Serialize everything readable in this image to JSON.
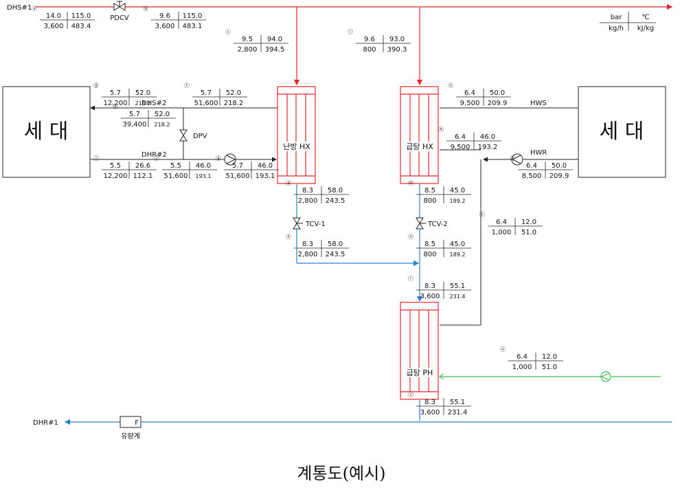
{
  "lines": {
    "dhs1": "DHS#1",
    "dhs2": "DHS#2",
    "dhr1": "DHR#1",
    "dhr2": "DHR#2",
    "hws": "HWS",
    "hwr": "HWR"
  },
  "units": {
    "p": "bar",
    "t": "℃",
    "f": "kg/h",
    "h": "kJ/kg"
  },
  "equipment": {
    "left_unit": "세 대",
    "right_unit": "세 대",
    "hx_heating": "난방 HX",
    "hx_hotwater": "급탕 HX",
    "ph_hotwater": "급탕 PH",
    "pdcv": "PDCV",
    "dpv": "DPV",
    "tcv1": "TCV-1",
    "tcv2": "TCV-2",
    "flowmeter": "유량계",
    "flowmeter_symbol": "F"
  },
  "points": [
    {
      "id": "a",
      "label": "ⓐ",
      "p": "14.0",
      "t": "115.0",
      "f": "3,600",
      "h": "483.4"
    },
    {
      "id": "b",
      "label": "ⓑ",
      "p": "9.6",
      "t": "115.0",
      "f": "3,600",
      "h": "483.1"
    },
    {
      "id": "c",
      "label": "ⓒ",
      "p": "9.5",
      "t": "94.0",
      "f": "2,800",
      "h": "394.5"
    },
    {
      "id": "l",
      "label": "ⓛ",
      "p": "9.6",
      "t": "93.0",
      "f": "800",
      "h": "390.3"
    },
    {
      "id": "g",
      "label": "ⓖ",
      "p": "5.7",
      "t": "52.0",
      "f": "12,200",
      "h": "218.2"
    },
    {
      "id": "f",
      "label": "ⓕ",
      "p": "5.7",
      "t": "52.0",
      "f": "51,600",
      "h": "218.2"
    },
    {
      "id": "h",
      "label": "ⓗ",
      "p": "5.7",
      "t": "52.0",
      "f": "39,400",
      "h": "218.2"
    },
    {
      "id": "i",
      "label": "ⓘ",
      "p": "5.5",
      "t": "26.6",
      "f": "12,200",
      "h": "112.1"
    },
    {
      "id": "j",
      "label": "ⓙ",
      "p": "5.5",
      "t": "46.0",
      "f": "51,600",
      "h": "193.1"
    },
    {
      "id": "k",
      "label": "ⓚ",
      "p": "5.7",
      "t": "46.0",
      "f": "51,600",
      "h": "193.1"
    },
    {
      "id": "d",
      "label": "ⓓ",
      "p": "8.3",
      "t": "58.0",
      "f": "2,800",
      "h": "243.5"
    },
    {
      "id": "e",
      "label": "ⓔ",
      "p": "8.3",
      "t": "58.0",
      "f": "2,800",
      "h": "243.5"
    },
    {
      "id": "m",
      "label": "ⓜ",
      "p": "8.5",
      "t": "45.0",
      "f": "800",
      "h": "189.2"
    },
    {
      "id": "n",
      "label": "ⓝ",
      "p": "8.5",
      "t": "45.0",
      "f": "800",
      "h": "189.2"
    },
    {
      "id": "r",
      "label": "ⓡ",
      "p": "8.3",
      "t": "55.1",
      "f": "3,600",
      "h": "231.4"
    },
    {
      "id": "s",
      "label": "ⓢ",
      "p": "8.3",
      "t": "55.1",
      "f": "3,600",
      "h": "231.4"
    },
    {
      "id": "o",
      "label": "ⓞ",
      "p": "6.4",
      "t": "50.0",
      "f": "9,500",
      "h": "209.9"
    },
    {
      "id": "q",
      "label": "ⓠ",
      "p": "6.4",
      "t": "46.0",
      "f": "9,500",
      "h": "193.2"
    },
    {
      "id": "p",
      "label": "ⓟ",
      "p": "6.4",
      "t": "50.0",
      "f": "8,500",
      "h": "209.9"
    },
    {
      "id": "t",
      "label": "ⓣ",
      "p": "6.4",
      "t": "12.0",
      "f": "1,000",
      "h": "51.0"
    },
    {
      "id": "u",
      "label": "ⓤ",
      "p": "6.4",
      "t": "12.0",
      "f": "1,000",
      "h": "51.0"
    }
  ],
  "caption": "계통도(예시)"
}
